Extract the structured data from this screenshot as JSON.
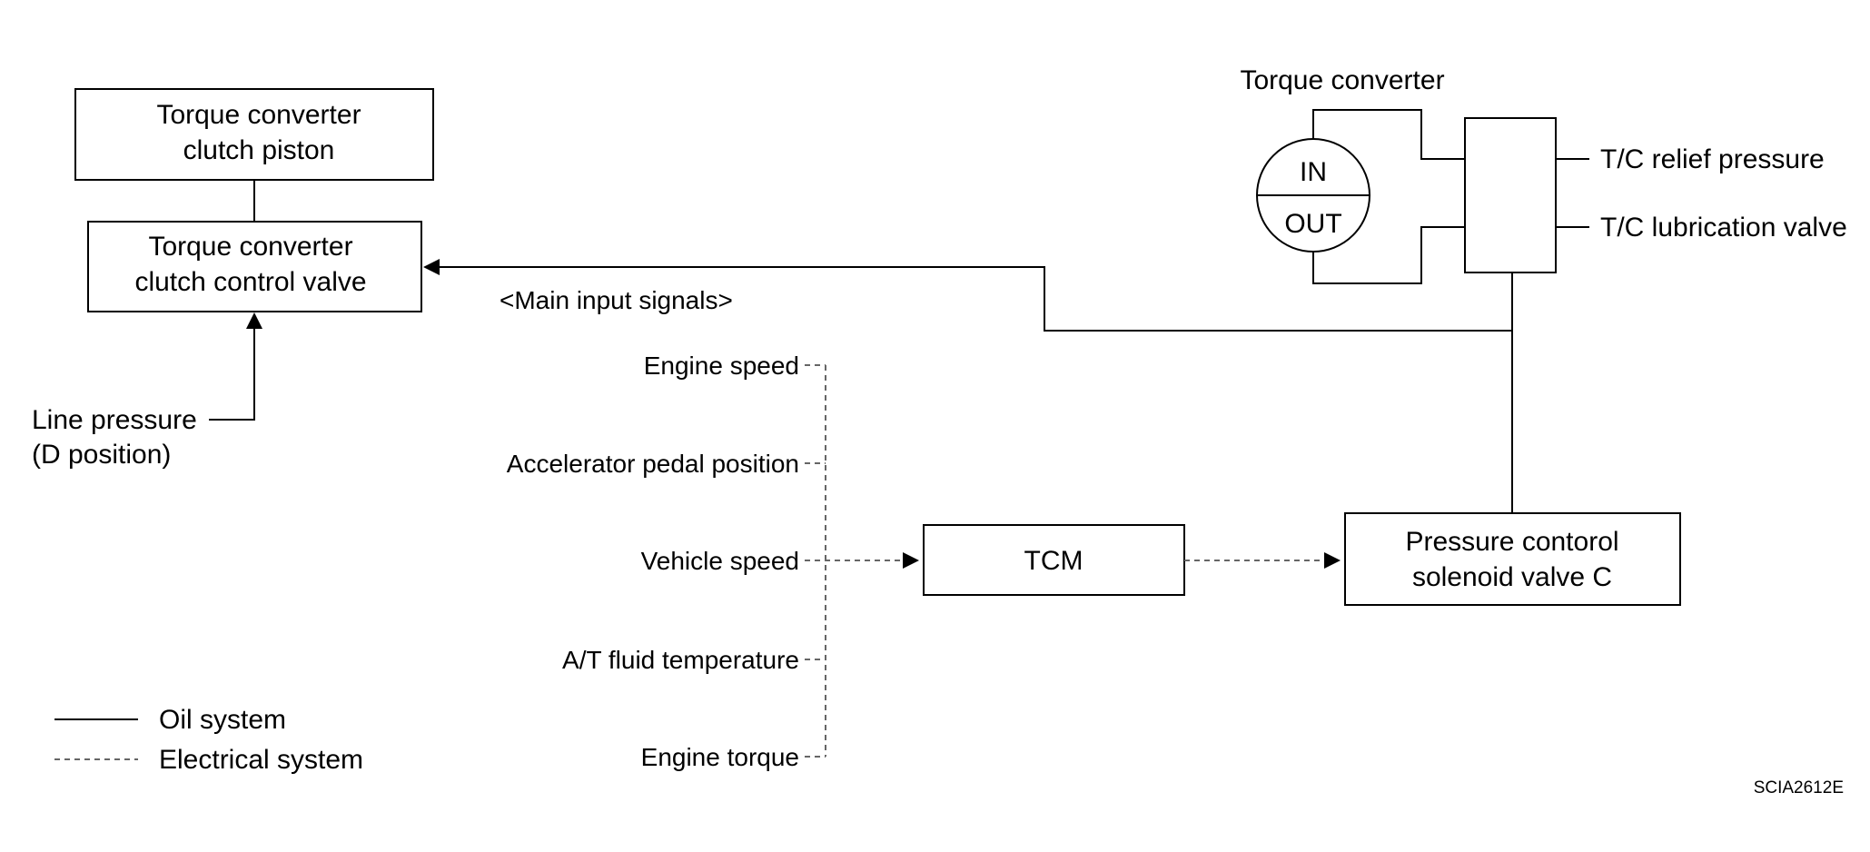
{
  "boxes": {
    "clutch_piston": [
      "Torque converter",
      "clutch piston"
    ],
    "clutch_control_valve": [
      "Torque converter",
      "clutch control valve"
    ],
    "tcm": "TCM",
    "pressure_solenoid": [
      "Pressure contorol",
      "solenoid valve C"
    ]
  },
  "torque_converter": {
    "title": "Torque converter",
    "in_label": "IN",
    "out_label": "OUT"
  },
  "labels": {
    "line_pressure": [
      "Line pressure",
      "(D position)"
    ],
    "main_input_signals": "<Main input signals>",
    "tc_relief_pressure": "T/C relief pressure",
    "tc_lubrication_valve": "T/C lubrication valve"
  },
  "input_signals": [
    "Engine speed",
    "Accelerator pedal position",
    "Vehicle speed",
    "A/T fluid temperature",
    "Engine torque"
  ],
  "legend": {
    "oil_system": "Oil system",
    "electrical_system": "Electrical system"
  },
  "figure_code": "SCIA2612E"
}
